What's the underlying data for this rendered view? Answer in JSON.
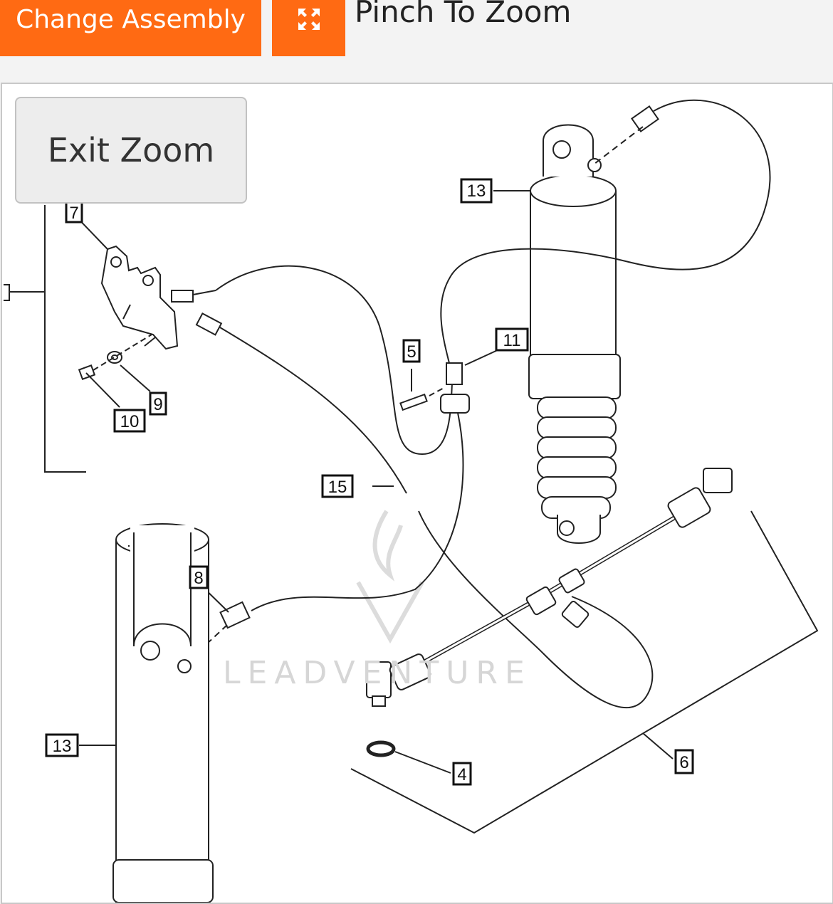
{
  "toolbar": {
    "change_assembly_label": "Change Assembly",
    "fullscreen_icon": "expand-arrows-icon",
    "pinch_label": "Pinch To Zoom",
    "accent_color": "#ff6a13"
  },
  "viewer": {
    "exit_zoom_label": "Exit Zoom",
    "watermark": "LEADVENTURE",
    "callouts": {
      "c1": "13",
      "c2": "7",
      "c3": "5",
      "c4": "11",
      "c5": "9",
      "c6": "10",
      "c7": "15",
      "c8": "8",
      "c9": "13",
      "c10": "4",
      "c11": "6"
    }
  }
}
